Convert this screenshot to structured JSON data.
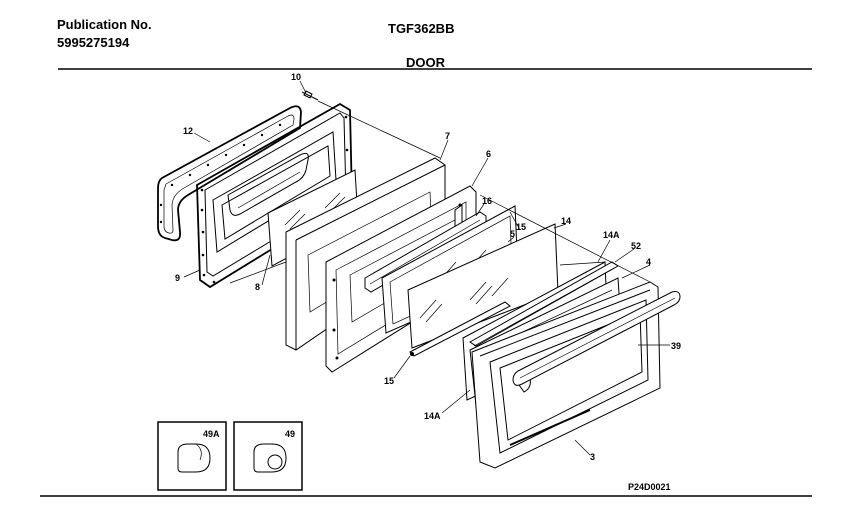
{
  "header": {
    "publication_label": "Publication No.",
    "publication_number": "5995275194",
    "model": "TGF362BB",
    "section": "DOOR"
  },
  "callouts": {
    "c10": "10",
    "c12": "12",
    "c7": "7",
    "c6": "6",
    "c16": "16",
    "c15a": "15",
    "c5": "5",
    "c14": "14",
    "c14A_top": "14A",
    "c52": "52",
    "c4": "4",
    "c39": "39",
    "c9": "9",
    "c8": "8",
    "c15b": "15",
    "c14A_bottom": "14A",
    "c3": "3",
    "c49A": "49A",
    "c49": "49"
  },
  "drawing_code": "P24D0021"
}
